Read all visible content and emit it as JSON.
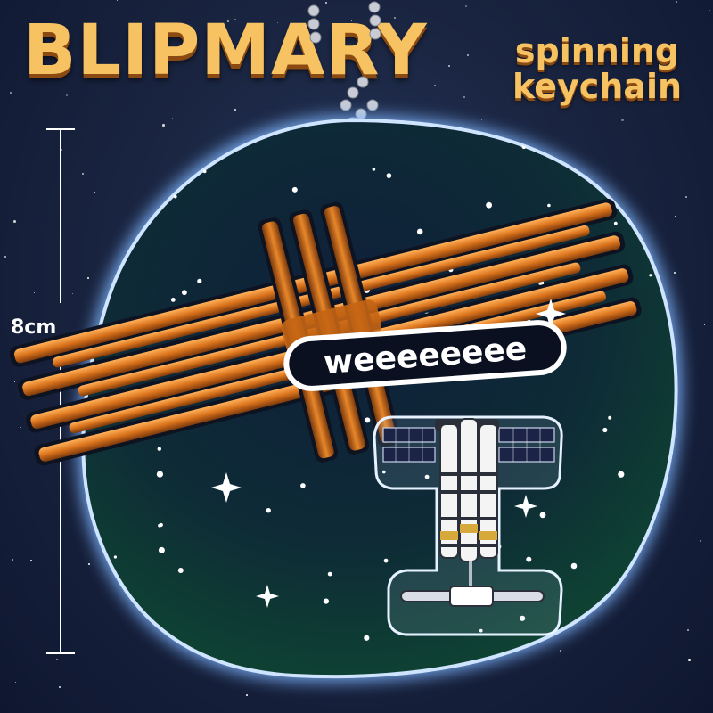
{
  "title": "BLIPMARY",
  "subtitle": [
    "spinning",
    "keychain"
  ],
  "size_label": "8cm",
  "caption": "weeeeeeee",
  "colors": {
    "title_fill": "#f6c262",
    "title_shadow": "#8a4a12",
    "background": "#1a2541",
    "charm_face": "#0f2a3a",
    "charm_glow": "#8fc4ff",
    "orange_bars": "#d9731c",
    "station_gold": "#d6a93a"
  },
  "icons": [
    "ball-chain-icon",
    "sparkle-icon",
    "space-station-icon",
    "woven-cross-icon"
  ]
}
